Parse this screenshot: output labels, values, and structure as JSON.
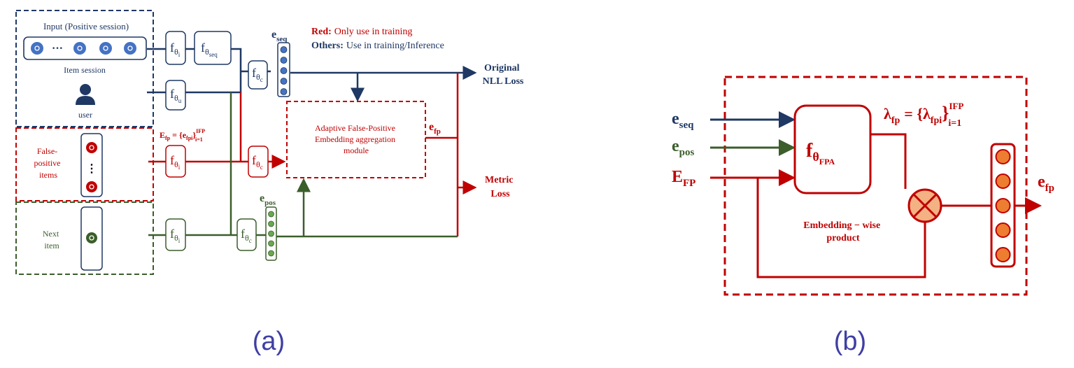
{
  "colors": {
    "navy": "#1f3864",
    "blue": "#4472c4",
    "red": "#c00000",
    "green": "#3b5e2b",
    "orange": "#ed7d31",
    "purple": "#3f3fa5"
  },
  "legend": {
    "red_label": "Red:",
    "red_text": "Only use in training",
    "others_label": "Others:",
    "others_text": "Use in training/Inference"
  },
  "panel_a": {
    "input_title": "Input (Positive session)",
    "ellipsis": "···",
    "item_session": "Item session",
    "user": "user",
    "false_positive_label": [
      "False-",
      "positive",
      "items"
    ],
    "vertical_dots": "⋮",
    "next_item_label": [
      "Next",
      "item"
    ],
    "module_text": [
      "Adaptive False-Positive",
      "Embedding aggregation",
      "module"
    ],
    "loss_original": [
      "Original",
      "NLL Loss"
    ],
    "loss_metric": [
      "Metric",
      "Loss"
    ],
    "e_seq": "e",
    "e_seq_sub": "seq",
    "e_fp": "e",
    "e_fp_sub": "fp",
    "e_pos": "e",
    "e_pos_sub": "pos",
    "E_fp_label": "E",
    "E_fp_sub": "fp",
    "E_fp_set": "= {e",
    "E_fp_set_sub": "fpi",
    "E_fp_set_close": "}",
    "E_fp_set_sup": "IFP",
    "E_fp_set_idx": "i=1",
    "f": "f",
    "theta": "θ",
    "sub_i": "i",
    "sub_seq": "seq",
    "sub_u": "u",
    "sub_c": "c",
    "caption": "(a)"
  },
  "panel_b": {
    "e_seq": "e",
    "e_seq_sub": "seq",
    "e_pos": "e",
    "e_pos_sub": "pos",
    "E_fp": "E",
    "E_fp_sub": "FP",
    "f": "f",
    "theta": "θ",
    "sub_fpa": "FPA",
    "lambda": "λ",
    "lambda_sub": "fp",
    "lambda_eq": "= {λ",
    "lambda_set_sub": "fpi",
    "lambda_close": "}",
    "lambda_sup": "IFP",
    "lambda_idx": "i=1",
    "product_label": [
      "Embedding − wise",
      "product"
    ],
    "e_fp": "e",
    "e_fp_sub": "fp",
    "caption": "(b)"
  }
}
